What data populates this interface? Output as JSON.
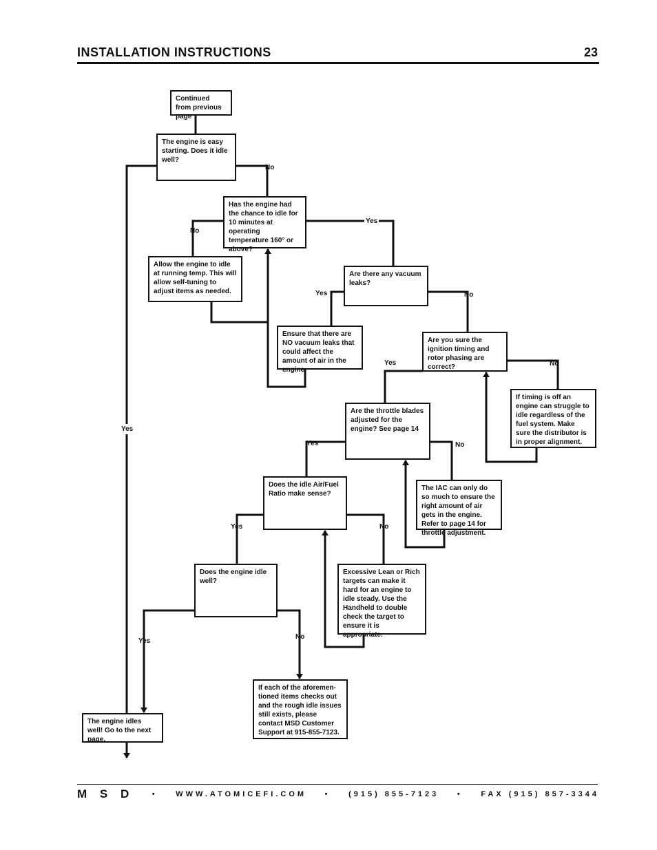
{
  "header": {
    "title": "INSTALLATION INSTRUCTIONS",
    "page_number": "23"
  },
  "footer": {
    "brand": "M S D",
    "sep": "•",
    "website": "WWW.ATOMICEFI.COM",
    "phone": "(915) 855-7123",
    "fax": "FAX (915) 857-3344"
  },
  "flowchart": {
    "nodes": {
      "continued": "Continued from previous page",
      "idle_q": "The engine is easy starting. Does it idle well?",
      "warm_q": "Has the engine had the chance to idle for 10 minutes at operating temperature 160° or above?",
      "allow_idle": "Allow the engine to idle at running temp. This will allow self-tuning to adjust items as needed.",
      "vacuum_q": "Are there any vacuum leaks?",
      "ensure_vacuum": "Ensure that there are NO vacuum leaks that could affect the amount of air in the engine.",
      "timing_q": "Are you sure the ignition timing and rotor phasing are correct?",
      "timing_off": "If timing is off an engine can struggle to idle regardless of the fuel system. Make sure the distributor is in proper alignment.",
      "throttle_q": "Are the throttle blades adjusted for the engine? See page 14",
      "iac_note": "The IAC can only do so much to ensure the right amount of air gets in the engine. Refer to page 14 for throttle adjustment.",
      "afr_q": "Does the idle Air/Fuel Ratio make sense?",
      "lean_rich": "Excessive Lean or Rich targets can make it hard for an engine to idle steady. Use the Handheld to double check the target to ensure it is appropriate.",
      "idle_well_q": "Does the engine idle well?",
      "contact": "If each of the aforemen-tioned items checks out and the rough idle issues still exists, please contact MSD Customer Support at 915-855-7123.",
      "done": "The engine idles well! Go to the next page."
    },
    "labels": {
      "no_1": "No",
      "yes_main": "Yes",
      "no_2": "No",
      "yes_1": "Yes",
      "yes_2": "Yes",
      "no_3": "No",
      "yes_3": "Yes",
      "no_4": "No",
      "yes_4": "Yes",
      "no_5": "No",
      "yes_5": "Yes",
      "no_6": "No",
      "yes_6": "Yes",
      "no_7": "No"
    }
  }
}
